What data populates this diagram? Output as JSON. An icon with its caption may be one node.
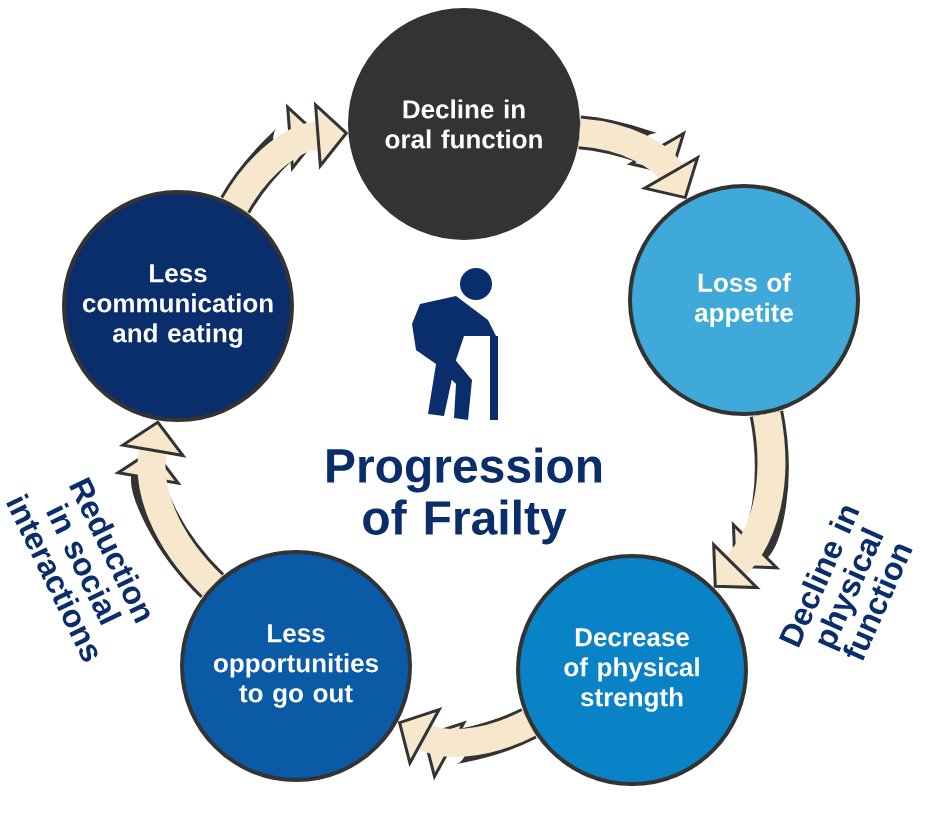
{
  "diagram": {
    "nodes": [
      {
        "text": [
          "Decline in oral function"
        ]
      },
      {
        "text": [
          "Loss of appetite"
        ]
      },
      {
        "text": [
          "Decrease of physical strength"
        ]
      },
      {
        "text": [
          "Less opportunities to go out"
        ]
      },
      {
        "text": [
          "Less communication and eating"
        ]
      }
    ],
    "edges": [
      {
        "from": 0,
        "to": 1,
        "arrow": "to"
      },
      {
        "from": 1,
        "to": 2,
        "arrow": "to"
      },
      {
        "from": 2,
        "to": 3,
        "arrow": "to"
      },
      {
        "from": 3,
        "to": 4,
        "arrow": "to"
      },
      {
        "from": 4,
        "to": 0,
        "arrow": "to"
      }
    ],
    "labels": [
      "Progression of Frailty",
      "Reduction in social interactions",
      "Decline in physical function"
    ]
  }
}
